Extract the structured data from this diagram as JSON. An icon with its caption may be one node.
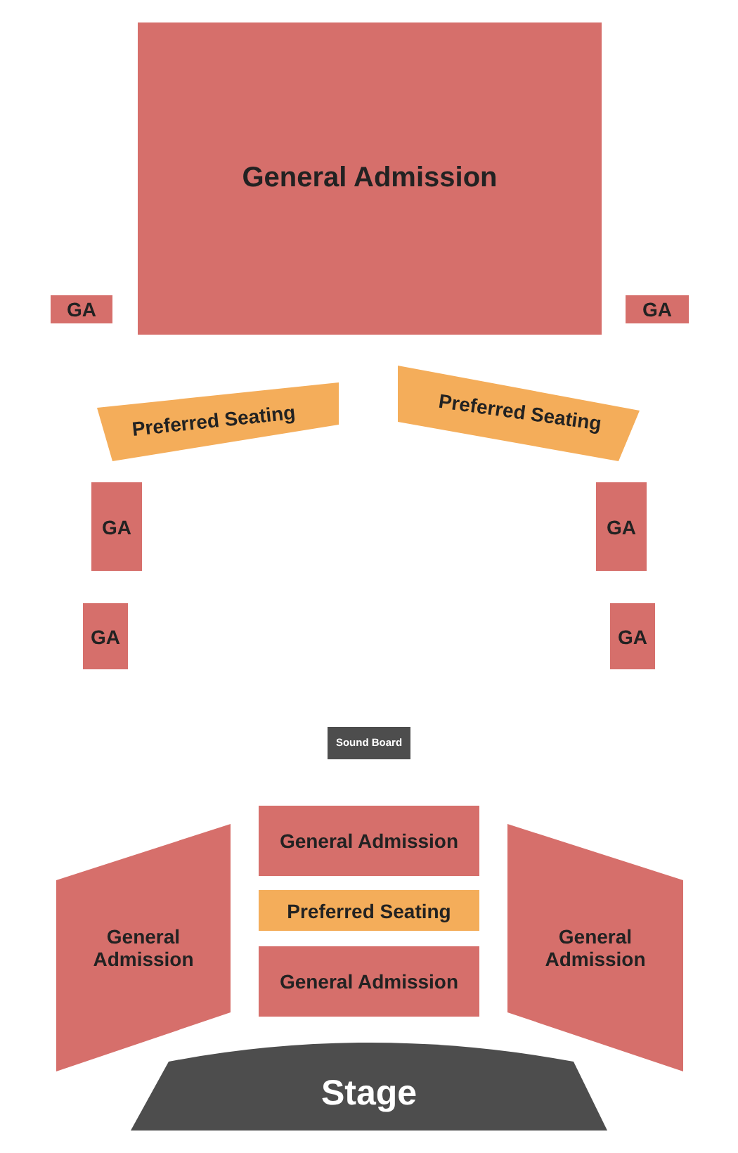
{
  "diagram": {
    "nodes": [
      {
        "text": [
          "General Admission"
        ]
      },
      {
        "text": [
          "GA"
        ]
      },
      {
        "text": [
          "GA"
        ]
      },
      {
        "text": [
          "Preferred Seating"
        ]
      },
      {
        "text": [
          "Preferred Seating"
        ]
      },
      {
        "text": [
          "GA"
        ]
      },
      {
        "text": [
          "GA"
        ]
      },
      {
        "text": [
          "GA"
        ]
      },
      {
        "text": [
          "GA"
        ]
      },
      {
        "text": [
          "Sound Board"
        ]
      },
      {
        "text": [
          "General Admission"
        ]
      },
      {
        "text": [
          "General Admission"
        ]
      },
      {
        "text": [
          "Preferred Seating"
        ]
      },
      {
        "text": [
          "General Admission"
        ]
      },
      {
        "text": [
          "General Admission"
        ]
      },
      {
        "text": [
          "Stage"
        ]
      }
    ]
  }
}
